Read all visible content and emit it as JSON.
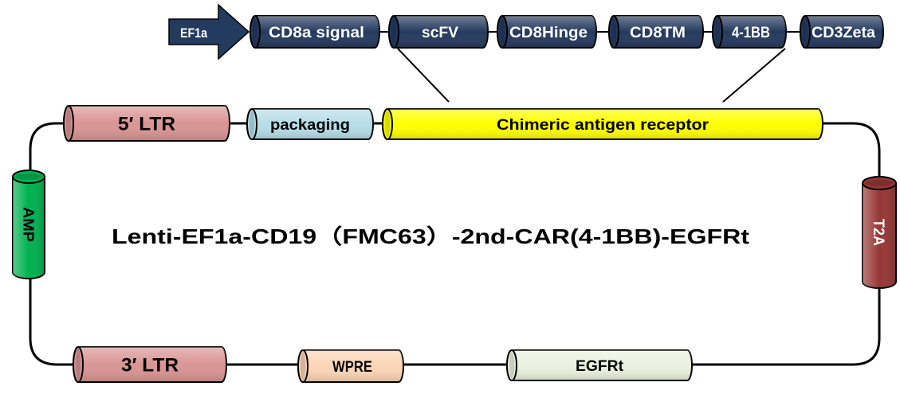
{
  "title": "Lenti-EF1a-CD19（FMC63）-2nd-CAR(4-1BB)-EGFRt",
  "promoter": {
    "label": "EF1a",
    "color": "#243a5e"
  },
  "car_domains": [
    {
      "id": "cd8a-signal",
      "label": "CD8a signal"
    },
    {
      "id": "scfv",
      "label": "scFV"
    },
    {
      "id": "cd8hinge",
      "label": "CD8Hinge"
    },
    {
      "id": "cd8tm",
      "label": "CD8TM"
    },
    {
      "id": "4-1bb",
      "label": "4-1BB"
    },
    {
      "id": "cd3zeta",
      "label": "CD3Zeta"
    }
  ],
  "domain_color": "#243a5e",
  "elements": {
    "ltr5": {
      "label": "5′ LTR",
      "color": "#d99594"
    },
    "packaging": {
      "label": "packaging",
      "color": "#b6dde8"
    },
    "car": {
      "label": "Chimeric antigen receptor",
      "color": "#ffff00"
    },
    "amp": {
      "label": "AMP",
      "color": "#00b050"
    },
    "t2a": {
      "label": "T2A",
      "color": "#953735"
    },
    "ltr3": {
      "label": "3′ LTR",
      "color": "#d99594"
    },
    "wpre": {
      "label": "WPRE",
      "color": "#fcd5b5"
    },
    "egfrt": {
      "label": "EGFRt",
      "color": "#ebf1de"
    }
  }
}
